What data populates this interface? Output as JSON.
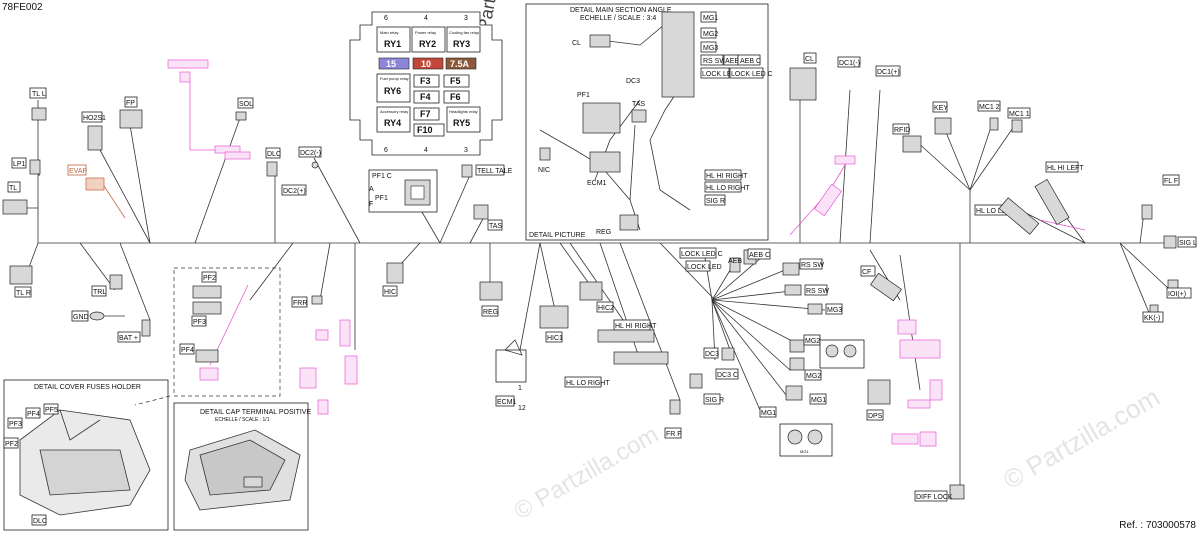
{
  "page_code": "78FE002",
  "reference": {
    "label": "Ref. :",
    "number": "703000578"
  },
  "watermark": "© Partzilla.com",
  "colors": {
    "wire": "#333333",
    "optional_part": "#e85ad6",
    "evap": "#c0623a"
  },
  "fuse_box": {
    "relays": [
      {
        "id": "RY1",
        "caption": "Main relay"
      },
      {
        "id": "RY2",
        "caption": "Power relay"
      },
      {
        "id": "RY3",
        "caption": "Cooling fan relay"
      },
      {
        "id": "RY6",
        "caption": "Fuel pump relay"
      },
      {
        "id": "RY4",
        "caption": "Accessory relay"
      },
      {
        "id": "RY5",
        "caption": "Headlights relay"
      }
    ],
    "fuses": {
      "f15": "15",
      "f10": "10",
      "f75": "7.5A",
      "F3": "F3",
      "F5": "F5",
      "F4": "F4",
      "F6": "F6",
      "F7": "F7",
      "F10": "F10"
    },
    "pin_numbers": [
      "6",
      "4",
      "3",
      "6",
      "4",
      "3"
    ]
  },
  "pf1_block": {
    "c": "PF1 C",
    "a": "A",
    "f": "F",
    "pf1": "PF1"
  },
  "detail_main": {
    "title": "DETAIL MAIN SECTION ANGLE",
    "scale": "ECHELLE / SCALE : 3:4",
    "footer": "DETAIL PICTURE",
    "labels": {
      "cl": "CL",
      "dc3": "DC3",
      "pf1": "PF1",
      "tas": "TAS",
      "nic": "NIC",
      "ecm1": "ECM1",
      "reg": "REG",
      "mg1": "MG1",
      "mg2": "MG2",
      "mg3": "MG3",
      "rs_sw": "RS SW",
      "aeb": "AEB",
      "aeb_c": "AEB C",
      "lock_led": "LOCK LED",
      "lock_led_c": "LOCK LED C",
      "hl_hi_right": "HL HI RIGHT",
      "hl_lo_right": "HL LO RIGHT",
      "sig_r": "SIG R"
    }
  },
  "left_labels": {
    "tl_l": "TL L",
    "ho2s1": "HO2S1",
    "fp": "FP",
    "sol": "SOL",
    "lp1": "LP1",
    "evap": "EVAP",
    "tl": "TL",
    "dlc": "DLC",
    "dc2_minus": "DC2(-)",
    "dc2_plus": "DC2(+)",
    "tell_tale": "TELL TALE",
    "tas": "TAS",
    "tl_r": "TL R",
    "trl": "TRL",
    "gnd": "GND",
    "bat": "BAT +",
    "hic": "HIC",
    "reg": "REG",
    "pf2": "PF2",
    "pf3": "PF3",
    "pf4": "PF4",
    "frr": "FRR"
  },
  "bottom_labels": {
    "hic2": "HIC2",
    "hic1": "HIC1",
    "hl_hi_right": "HL HI RIGHT",
    "hl_lo_right": "HL LO RIGHT",
    "ecm1": "ECM1",
    "ecm1_pin1": "1",
    "ecm1_pin12": "12",
    "fr_f": "FR F",
    "sig_r": "SIG R",
    "dc3": "DC3",
    "dc3_c": "DC3 C",
    "lock_led_c": "LOCK LED C",
    "lock_led": "LOCK LED",
    "aeb": "AEB",
    "aeb_c": "AEB C",
    "rs_sw": "RS SW",
    "rs_sw2": "RS SW",
    "mg3": "MG3",
    "mg2": "MG2",
    "mg2b": "MG2",
    "mg1": "MG1",
    "mg1b": "MG1",
    "mg1_small": "MG1",
    "cf": "CF",
    "dps": "DPS",
    "diff_lock": "DIFF LOCK"
  },
  "right_labels": {
    "cl": "CL",
    "dc1_minus": "DC1(-)",
    "dc1_plus": "DC1(+)",
    "rfid": "RFID",
    "key": "KEY",
    "mc1_2": "MC1 2",
    "mc1_1": "MC1 1",
    "hl_hi_left": "HL HI LEFT",
    "hl_lo_left": "HL LO LEFT",
    "fl_f": "FL F",
    "sig_l": "SIG L",
    "ioi_plus": "IOI(+)",
    "kk_minus": "KK(-)"
  },
  "detail_fuses": {
    "title": "DETAIL COVER FUSES HOLDER",
    "pf2": "PF2",
    "pf3": "PF3",
    "pf4": "PF4",
    "pf5": "PF5",
    "dlc": "DLC"
  },
  "detail_cap": {
    "title": "DETAIL CAP TERMINAL POSITIVE",
    "scale": "ECHELLE / SCALE : 1/1"
  }
}
